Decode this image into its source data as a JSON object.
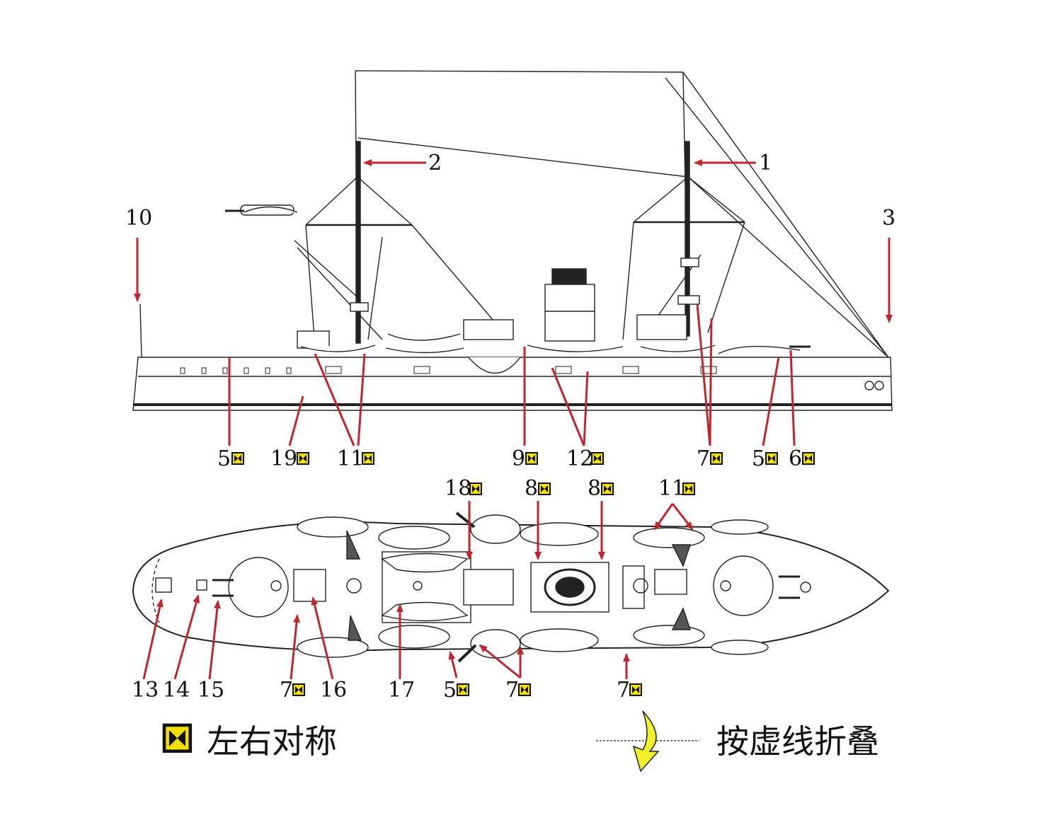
{
  "colors": {
    "leader": "#c0262d",
    "line": "#222222",
    "symmetric_mark": "#f2e000",
    "fold_arrow": "#f2ef2a"
  },
  "side_view": {
    "labels": [
      "1",
      "2",
      "3",
      "10",
      "5",
      "19",
      "11",
      "9",
      "12",
      "7",
      "5",
      "6"
    ]
  },
  "top_view": {
    "labels_top": [
      "18",
      "8",
      "8",
      "11"
    ],
    "labels_bottom": [
      "13",
      "14",
      "15",
      "7",
      "16",
      "17",
      "5",
      "7",
      "7"
    ]
  },
  "legend": {
    "symmetric_text": "左右对称",
    "fold_text": "按虚线折叠",
    "symmetric_icon": "symmetric-mark-icon",
    "fold_icon": "fold-arrow-icon"
  }
}
